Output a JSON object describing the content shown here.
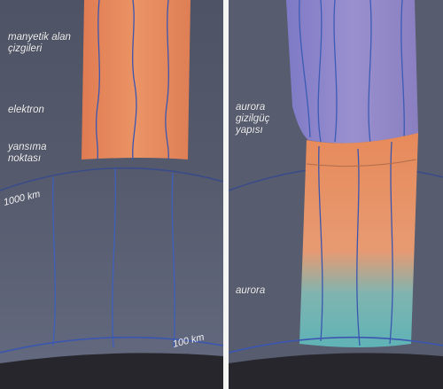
{
  "left_panel": {
    "label_field_lines": "manyetik alan çizgileri",
    "label_electron": "elektron",
    "label_mirror_point": "yansıma noktası",
    "label_1000km": "1000 km",
    "label_100km": "100 km"
  },
  "right_panel": {
    "label_potential_structure": "aurora gizilgüç yapısı",
    "label_aurora": "aurora"
  },
  "colors": {
    "background": "#5a5f72",
    "field_column": "#e78a5a",
    "potential_structure": "#8c86c8",
    "aurora": "#5fb3b7",
    "field_line": "#3a56b0"
  }
}
